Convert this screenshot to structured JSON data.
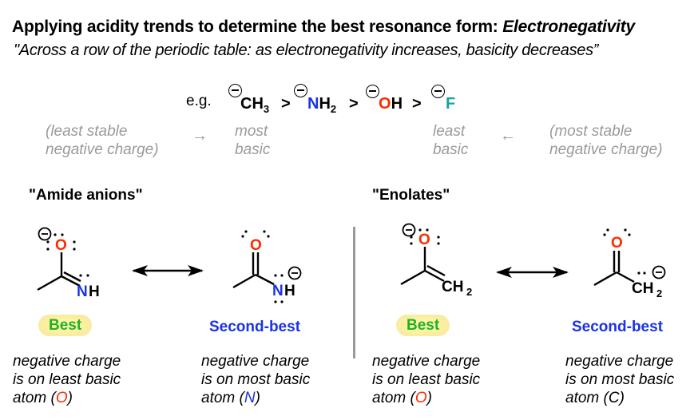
{
  "header": {
    "title_main": "Applying acidity trends to determine the best resonance form: ",
    "title_emphasis": "Electronegativity",
    "subtitle": "\"Across a row of the periodic table: as electronegativity increases, basicity decreases”"
  },
  "trend": {
    "eg_label": "e.g.",
    "species": [
      {
        "charge": "minus",
        "symbol": "CH",
        "subscript": "3",
        "color": "#000000"
      },
      {
        "charge": "minus",
        "symbol": "N",
        "suffix": "H",
        "subscript": "2",
        "color": "#1a33e6"
      },
      {
        "charge": "minus",
        "symbol": "O",
        "suffix": "H",
        "color": "#ff2a00"
      },
      {
        "charge": "minus",
        "symbol": "F",
        "color": "#14a3a3"
      }
    ],
    "comparator": ">",
    "left_note_line1": "(least stable",
    "left_note_line2": "negative charge)",
    "left_arrow": "→",
    "most_basic_line1": "most",
    "most_basic_line2": "basic",
    "least_basic_line1": "least",
    "least_basic_line2": "basic",
    "right_arrow": "←",
    "right_note_line1": "(most stable",
    "right_note_line2": "negative charge)"
  },
  "sections": [
    {
      "heading": "\"Amide anions\"",
      "structures": [
        {
          "heteroatom": "O",
          "other": "NH",
          "charge_on": "O",
          "rank": "Best",
          "desc_line1": "negative charge",
          "desc_line2": "is on least basic",
          "desc_line3_prefix": "atom (",
          "atom": "O",
          "desc_line3_suffix": ")"
        },
        {
          "heteroatom": "O",
          "other": "NH",
          "charge_on": "N",
          "rank": "Second-best",
          "desc_line1": "negative charge",
          "desc_line2": "is on most basic",
          "desc_line3_prefix": "atom (",
          "atom": "N",
          "desc_line3_suffix": ")"
        }
      ]
    },
    {
      "heading": "\"Enolates\"",
      "structures": [
        {
          "heteroatom": "O",
          "other": "CH2",
          "charge_on": "O",
          "rank": "Best",
          "desc_line1": "negative charge",
          "desc_line2": "is on least basic",
          "desc_line3_prefix": "atom (",
          "atom": "O",
          "desc_line3_suffix": ")"
        },
        {
          "heteroatom": "O",
          "other": "CH2",
          "charge_on": "C",
          "rank": "Second-best",
          "desc_line1": "negative charge",
          "desc_line2": "is on most basic",
          "desc_line3_prefix": "atom (",
          "atom": "C",
          "desc_line3_suffix": ")"
        }
      ]
    }
  ],
  "atoms": {
    "O": "O",
    "N": "N",
    "H": "H",
    "C": "C",
    "two": "2"
  },
  "colors": {
    "oxygen": "#ff2a00",
    "nitrogen": "#1a33e6",
    "fluorine": "#14a3a3",
    "best": "#1fb41f",
    "second_best": "#1a33e6",
    "muted": "#9a9a9a",
    "highlight": "#fbeea0"
  }
}
